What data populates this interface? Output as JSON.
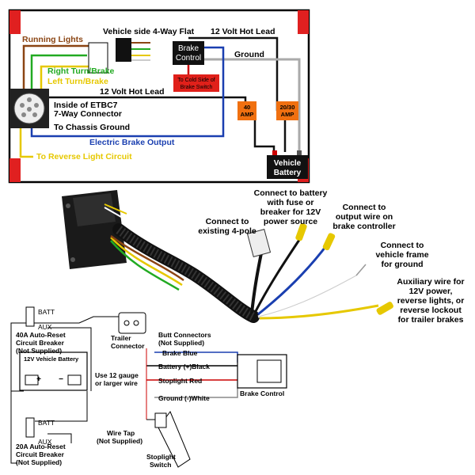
{
  "top_diagram": {
    "running_lights": "Running Lights",
    "vehicle_4way": "Vehicle side 4-Way Flat",
    "hot_lead_top": "12 Volt Hot Lead",
    "brake_control_1": "Brake",
    "brake_control_2": "Control",
    "ground": "Ground",
    "right_turn": "Right Turn/Brake",
    "left_turn": "Left Turn/Brake",
    "cold_side_1": "To Cold Side of",
    "cold_side_2": "Brake Switch",
    "hot_lead_mid": "12 Volt Hot Lead",
    "inside_1": "Inside of ETBC7",
    "inside_2": "7-Way Connector",
    "chassis": "To Chassis Ground",
    "amp40_1": "40",
    "amp40_2": "AMP",
    "amp2030_1": "20/30",
    "amp2030_2": "AMP",
    "electric_brake": "Electric Brake Output",
    "reverse_light": "To Reverse Light Circuit",
    "battery_1": "Vehicle",
    "battery_2": "Battery"
  },
  "photo_callouts": {
    "battery_1": "Connect to battery",
    "battery_2": "with fuse or",
    "battery_3": "breaker for 12V",
    "battery_4": "power source",
    "output_1": "Connect to",
    "output_2": "output wire on",
    "output_3": "brake controller",
    "fourpole_1": "Connect to",
    "fourpole_2": "existing 4-pole",
    "ground_1": "Connect to",
    "ground_2": "vehicle frame",
    "ground_3": "for ground",
    "aux_1": "Auxiliary wire for",
    "aux_2": "12V power,",
    "aux_3": "reverse lights, or",
    "aux_4": "reverse lockout",
    "aux_5": "for trailer brakes"
  },
  "bottom_diagram": {
    "batt_top": "BATT",
    "aux_top": "AUX",
    "breaker40_1": "40A Auto-Reset",
    "breaker40_2": "Circuit Breaker",
    "breaker40_3": "(Not Supplied)",
    "trailer_conn_1": "Trailer",
    "trailer_conn_2": "Connector",
    "butt_1": "Butt Connectors",
    "butt_2": "(Not Supplied)",
    "brake_blue": "Brake Blue",
    "vehicle_battery": "12V Vehicle Battery",
    "battery_black": "Battery (+)Black",
    "gauge_1": "Use 12 gauge",
    "gauge_2": "or larger wire",
    "stoplight_red": "Stoplight Red",
    "ground_white": "Ground (-)White",
    "brake_control": "Brake Control",
    "batt_bottom": "BATT",
    "aux_bottom": "AUX",
    "breaker20_1": "20A Auto-Reset",
    "breaker20_2": "Circuit Breaker",
    "breaker20_3": "(Not Supplied)",
    "wiretap_1": "Wire Tap",
    "wiretap_2": "(Not Supplied)",
    "stoplight_1": "Stoplight",
    "stoplight_2": "Switch"
  }
}
